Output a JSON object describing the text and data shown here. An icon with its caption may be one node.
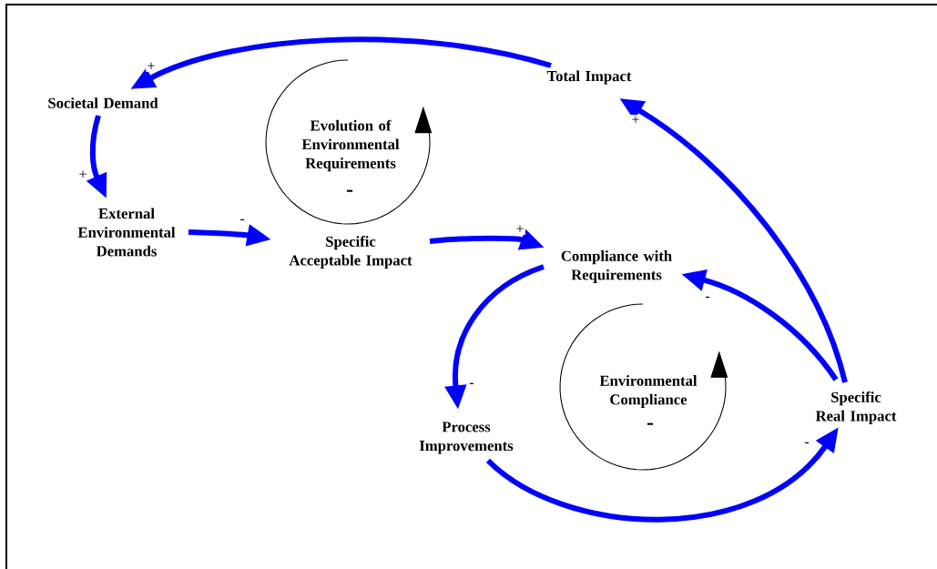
{
  "diagram": {
    "nodes": [
      {
        "text": [
          "Societal Demand"
        ]
      },
      {
        "text": [
          "Total Impact"
        ]
      },
      {
        "text": [
          "External Environmental Demands"
        ]
      },
      {
        "text": [
          "Specific Acceptable Impact"
        ]
      },
      {
        "text": [
          "Compliance with Requirements"
        ]
      },
      {
        "text": [
          "Process Improvements"
        ]
      },
      {
        "text": [
          "Specific Real Impact"
        ]
      }
    ],
    "edges": [
      {
        "from": 1,
        "to": 0,
        "arrow": "to",
        "label": "+"
      },
      {
        "from": 0,
        "to": 2,
        "arrow": "to",
        "label": "+"
      },
      {
        "from": 2,
        "to": 3,
        "arrow": "to",
        "label": "-"
      },
      {
        "from": 3,
        "to": 4,
        "arrow": "to",
        "label": "+"
      },
      {
        "from": 4,
        "to": 5,
        "arrow": "to",
        "label": "-"
      },
      {
        "from": 5,
        "to": 6,
        "arrow": "to",
        "label": "-"
      },
      {
        "from": 6,
        "to": 4,
        "arrow": "to",
        "label": "-"
      },
      {
        "from": 6,
        "to": 1,
        "arrow": "to",
        "label": "+"
      }
    ],
    "labels": [
      "Evolution of Environmental Requirements",
      "-",
      "Environmental Compliance",
      "-"
    ]
  }
}
